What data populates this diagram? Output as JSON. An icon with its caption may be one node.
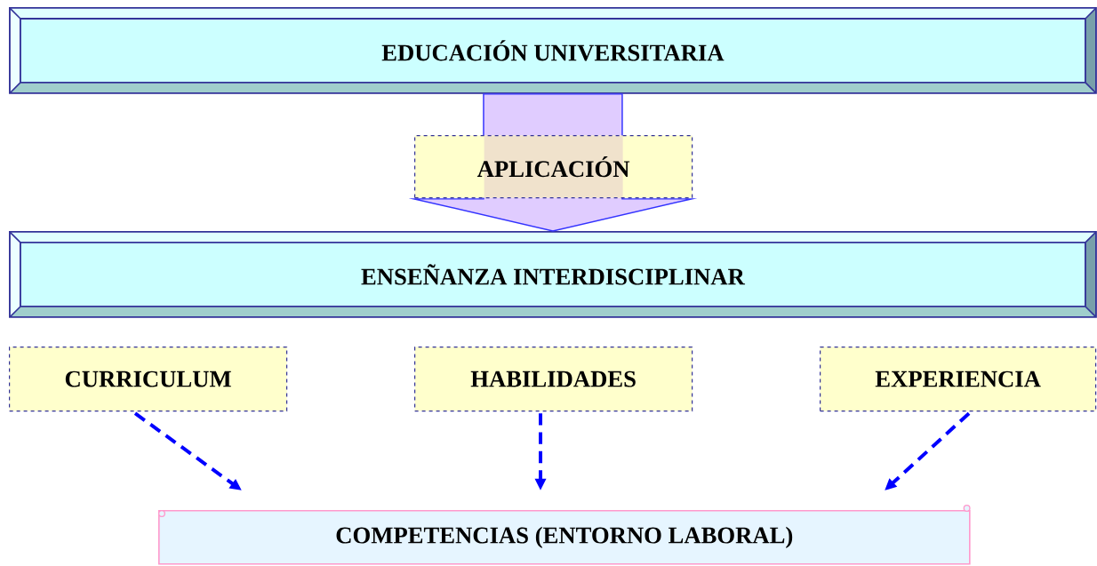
{
  "diagram": {
    "nodes": [
      {
        "text": [
          "EDUCACIÓN UNIVERSITARIA"
        ]
      },
      {
        "text": [
          "ENSEÑANZA INTERDISCIPLINAR"
        ]
      },
      {
        "text": [
          "CURRICULUM"
        ]
      },
      {
        "text": [
          "HABILIDADES"
        ]
      },
      {
        "text": [
          "EXPERIENCIA"
        ]
      },
      {
        "text": [
          "COMPETENCIAS (ENTORNO LABORAL)"
        ]
      }
    ],
    "edges": [
      {
        "from": 0,
        "to": 1,
        "arrow": "to",
        "label": "APLICACIÓN"
      },
      {
        "from": 2,
        "to": 5,
        "arrow": "to",
        "style": "dashed"
      },
      {
        "from": 3,
        "to": 5,
        "arrow": "to",
        "style": "dashed"
      },
      {
        "from": 4,
        "to": 5,
        "arrow": "to",
        "style": "dashed"
      }
    ]
  }
}
